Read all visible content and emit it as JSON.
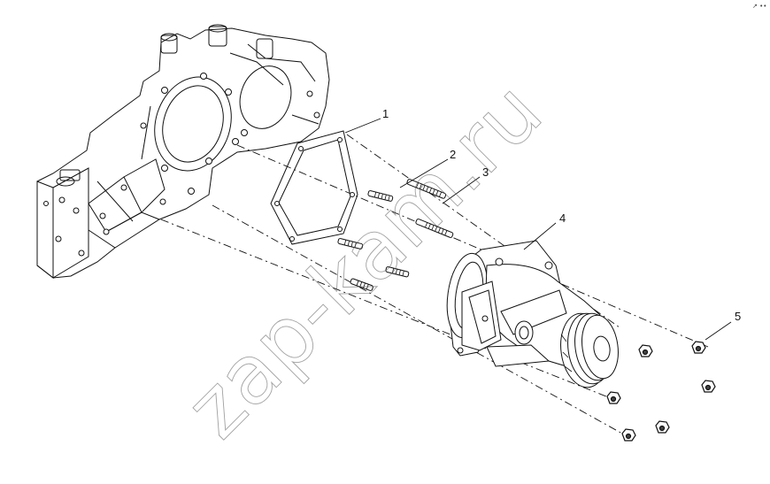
{
  "diagram": {
    "callouts": [
      {
        "id": "1",
        "label": "1",
        "part": "gasket"
      },
      {
        "id": "2",
        "label": "2",
        "part": "short-stud"
      },
      {
        "id": "3",
        "label": "3",
        "part": "long-stud"
      },
      {
        "id": "4",
        "label": "4",
        "part": "water-pump"
      },
      {
        "id": "5",
        "label": "5",
        "part": "nut"
      }
    ],
    "watermark": "zap-kam.ru",
    "corner_mark": "↗ ••"
  },
  "colors": {
    "line": "#111111",
    "shade": "#444444",
    "background": "#ffffff"
  }
}
